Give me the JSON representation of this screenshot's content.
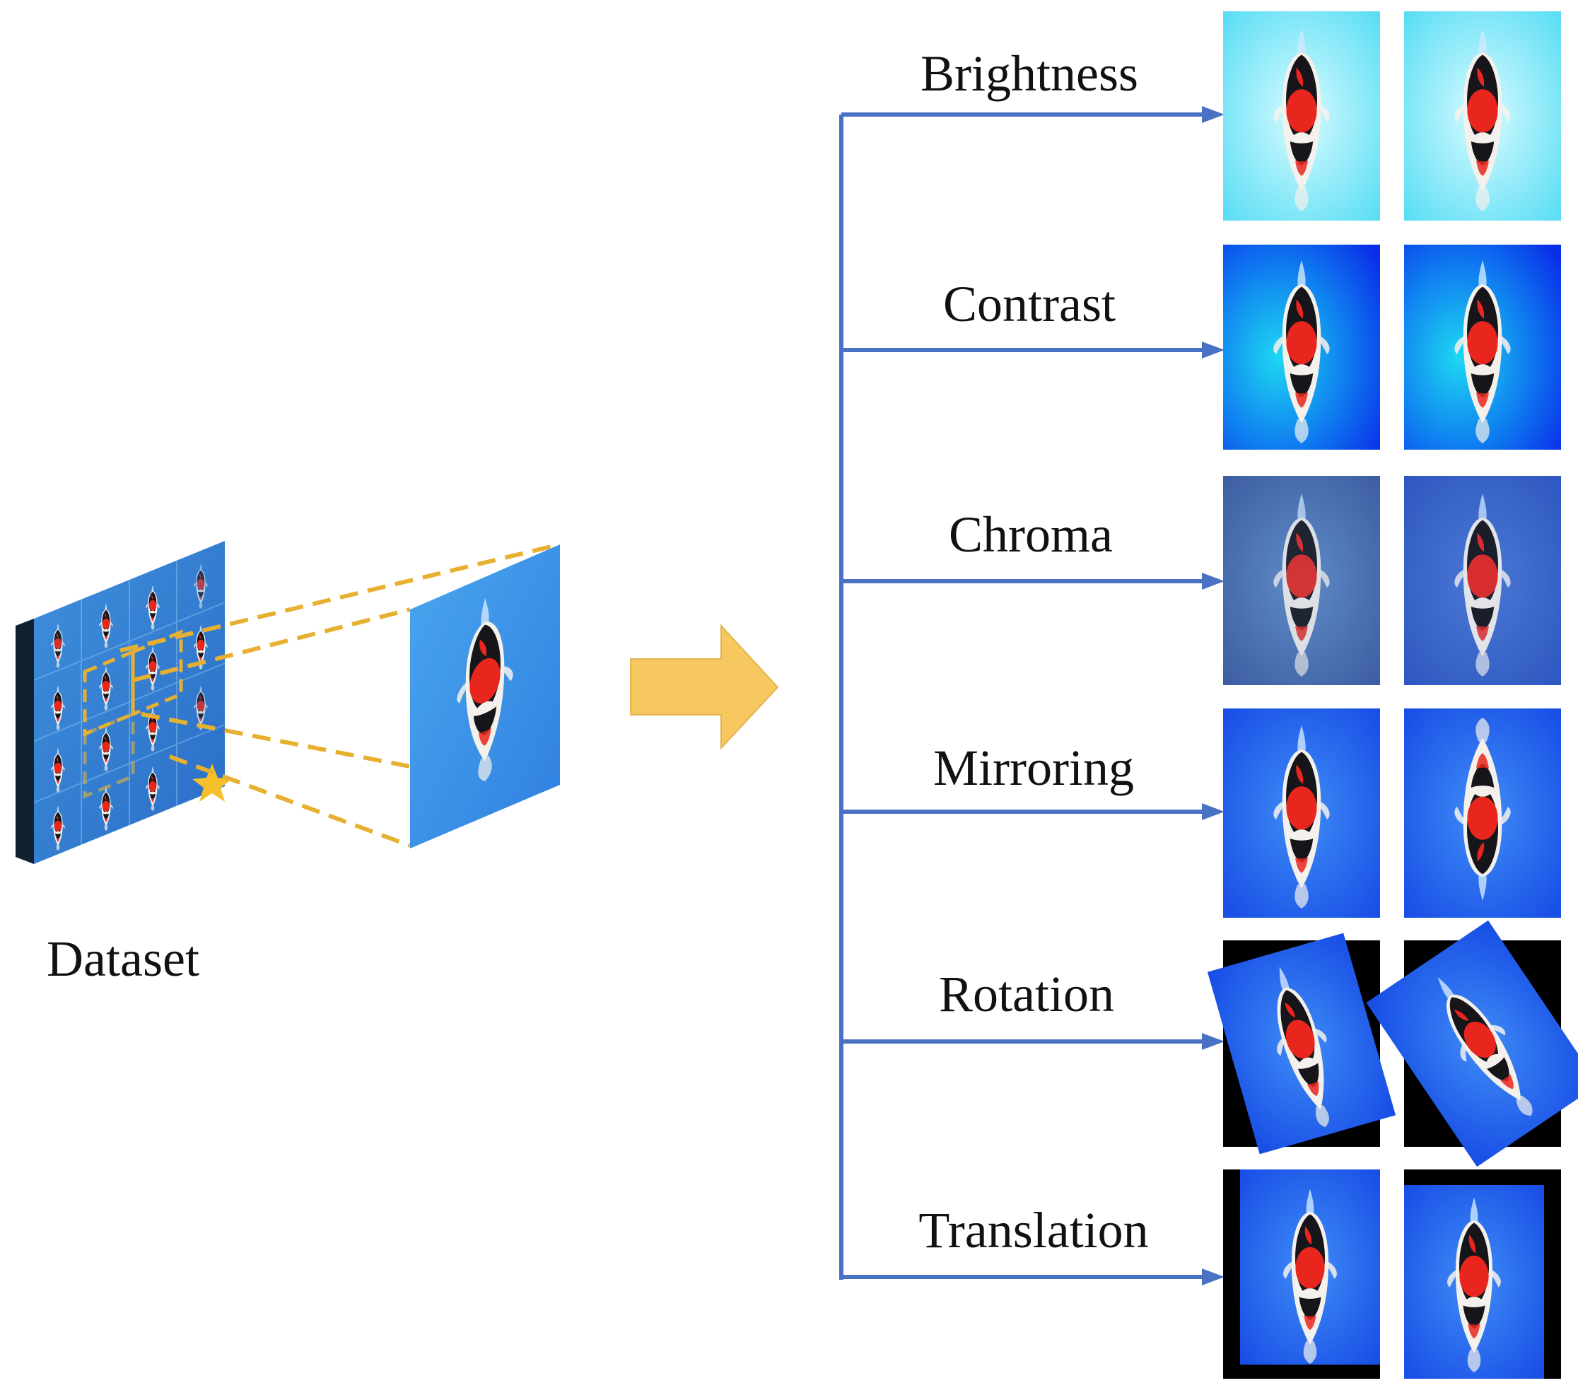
{
  "dataset_label": "Dataset",
  "augmentations": [
    {
      "label": "Brightness",
      "variant": "brightness"
    },
    {
      "label": "Contrast",
      "variant": "contrast"
    },
    {
      "label": "Chroma",
      "variant": "chroma"
    },
    {
      "label": "Mirroring",
      "variant": "mirroring"
    },
    {
      "label": "Rotation",
      "variant": "rotation"
    },
    {
      "label": "Translation",
      "variant": "translation"
    }
  ],
  "colors": {
    "branch_line": "#4a72c4",
    "dashed_lines": "#e8b030",
    "big_arrow": "#f6c85f",
    "fish_red": "#e8261e",
    "fish_black": "#16161a",
    "fish_white": "#f4f1ec"
  }
}
